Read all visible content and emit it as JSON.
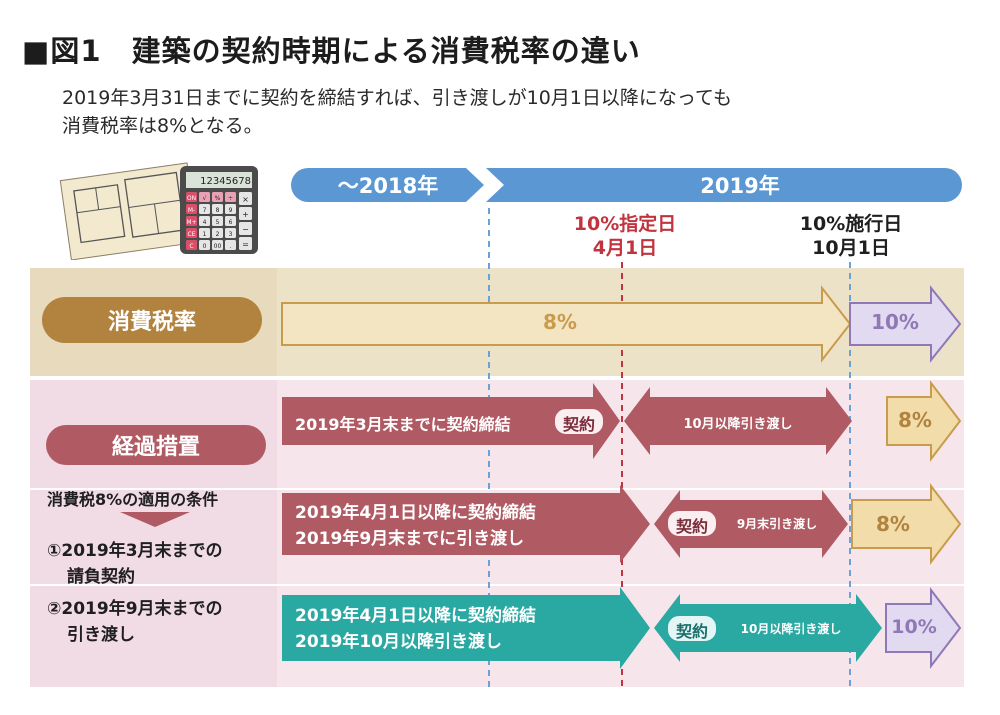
{
  "header": {
    "title": "■図1　建築の契約時期による消費税率の違い",
    "subtitle_lines": [
      "2019年3月31日までに契約を締結すれば、引き渡しが10月1日以降になっても",
      "消費税率は8%となる。"
    ]
  },
  "timeline": {
    "period_2018": "～2018年",
    "period_2019": "2019年",
    "designation": {
      "line1": "10%指定日",
      "line2": "4月1日"
    },
    "enforcement": {
      "line1": "10%施行日",
      "line2": "10月1日"
    }
  },
  "calculator": {
    "display": "12345678",
    "keys": [
      [
        "ON",
        "√",
        "%",
        "÷"
      ],
      [
        "M-",
        "7",
        "8",
        "9"
      ],
      [
        "M+",
        "4",
        "5",
        "6"
      ],
      [
        "CE",
        "1",
        "2",
        "3"
      ],
      [
        "C",
        "0",
        "00",
        "."
      ]
    ],
    "side_keys": [
      "×",
      "+",
      "−",
      "="
    ]
  },
  "tax_rate": {
    "label": "消費税率",
    "rate_8": "8%",
    "rate_10": "10%"
  },
  "transition": {
    "label": "経過措置",
    "conditions_heading": "消費税8%の適用の条件",
    "condition_1": {
      "line1": "①2019年3月末までの",
      "line2": "請負契約"
    },
    "condition_2": {
      "line1": "②2019年9月末までの",
      "line2": "引き渡し"
    }
  },
  "rows": [
    {
      "text_line1": "2019年3月末までに契約締結",
      "badge": "契約",
      "middle": "10月以降引き渡し",
      "rate": "8%"
    },
    {
      "text_line1": "2019年4月1日以降に契約締結",
      "text_line2": "2019年9月末までに引き渡し",
      "badge": "契約",
      "middle": "9月末引き渡し",
      "rate": "8%"
    },
    {
      "text_line1": "2019年4月1日以降に契約締結",
      "text_line2": "2019年10月以降引き渡し",
      "badge": "契約",
      "middle": "10月以降引き渡し",
      "rate": "10%"
    }
  ],
  "colors": {
    "tax_band": "#ece2c7",
    "transition_band": "#f6e6ec",
    "timeline_blue": "#5b97d3",
    "brown_pill": "#b2833f",
    "maroon": "#b05a64",
    "teal": "#2aa8a2",
    "purple": "#8f78b6",
    "lavender": "#e1daf0",
    "yellow_arrow": "#f2dcaa",
    "red_label": "#c0343f"
  }
}
